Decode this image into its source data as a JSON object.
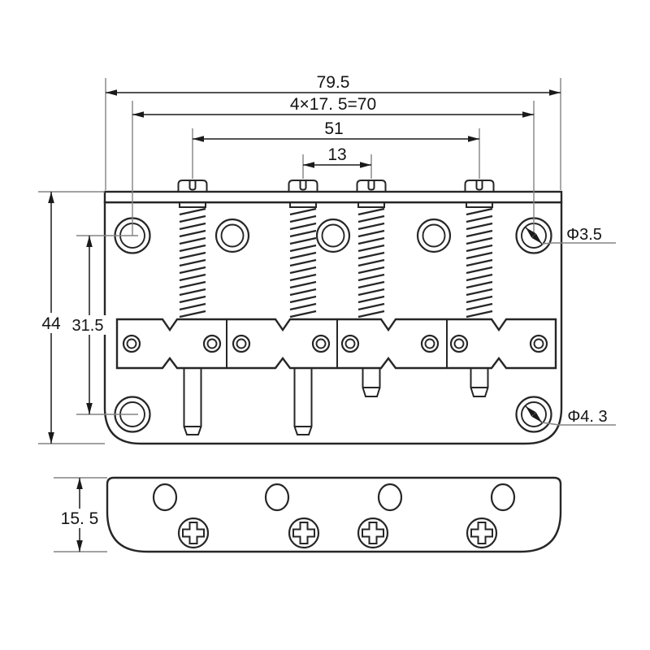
{
  "drawing": {
    "title": "4-string bass bridge technical drawing",
    "views": {
      "top": "top view of bridge plate with saddles, springs and intonation screws",
      "side": "side profile of base plate"
    },
    "line_color": "#262626",
    "aux_line_color": "#838383",
    "background": "#ffffff"
  },
  "dims": {
    "overall_width": "79.5",
    "screw_spacing": "4×17. 5=70",
    "outer_screw_span": "51",
    "inner_screw_span": "13",
    "plate_height": "44",
    "mount_hole_span": "31.5",
    "top_mount_hole_dia": "Φ3.5",
    "bottom_mount_hole_dia": "Φ4. 3",
    "base_plate_thickness": "15. 5"
  },
  "components": {
    "intonation_screws": 4,
    "springs": 4,
    "saddle_blocks": 4,
    "saddle_set_screw_holes": 8,
    "top_row_holes": 5,
    "corner_mount_holes": 4,
    "string_anchor_pins": 4,
    "side_view_string_holes": 4,
    "side_view_phillips_screws": 4
  }
}
